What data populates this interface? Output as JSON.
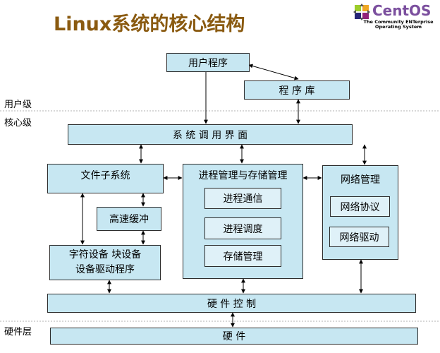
{
  "title": "Linux系统的核心结构",
  "logo": {
    "wordmark": "CentOS",
    "tagline_1": "The Community ENTerprise",
    "tagline_2": "Operating System"
  },
  "levels": {
    "user": "用户级",
    "kernel": "核心级",
    "hardware": "硬件层"
  },
  "boxes": {
    "user_program": "用户程序",
    "library": "程 序 库",
    "syscall_interface": "系 统 调 用 界 面",
    "file_subsystem": "文件子系统",
    "buffer_cache": "高速缓冲",
    "device_line1": "字符设备   块设备",
    "device_line2": "设备驱动程序",
    "process_storage": "进程管理与存储管理",
    "ipc": "进程通信",
    "scheduling": "进程调度",
    "memory_mgmt": "存储管理",
    "network": "网络管理",
    "net_protocol": "网络协议",
    "net_driver": "网络驱动",
    "hw_control": "硬 件 控 制",
    "hardware": "硬         件"
  },
  "colors": {
    "box_fill": "#c7e7f2",
    "title": "#8a5a10",
    "logo": "#7b4f9e",
    "divider": "#b0b0b0"
  }
}
